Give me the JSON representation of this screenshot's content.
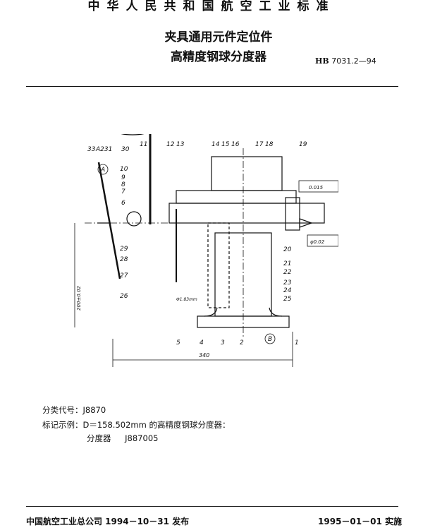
{
  "header": {
    "standard_name": "中华人民共和国航空工业标准",
    "title_line1": "夹具通用元件定位件",
    "title_line2": "高精度钢球分度器",
    "standard_prefix": "HB",
    "standard_number": "7031.2—94"
  },
  "drawing": {
    "part_labels": [
      "33",
      "A231",
      "30",
      "11",
      "12",
      "13",
      "14",
      "15",
      "16",
      "17",
      "18",
      "19",
      "10",
      "9",
      "8",
      "7",
      "6",
      "29",
      "28",
      "27",
      "26",
      "20",
      "21",
      "22",
      "23",
      "24",
      "25",
      "5",
      "4",
      "3",
      "2",
      "1"
    ],
    "datum_A": "A",
    "datum_B": "B",
    "parallelism_tolerance": "0.015",
    "position_tolerance": "φ0.02",
    "height_dim": "200±0.02",
    "width_dim": "340",
    "diameter_note": "Φ1.83mm"
  },
  "meta": {
    "class_code": "分类代号：J8870",
    "mark_example": "标记示例：D＝158.502mm 的高精度钢球分度器：",
    "mark_result_name": "分度器",
    "mark_result_code": "J887005"
  },
  "footer": {
    "issued": "中国航空工业总公司 1994－10－31 发布",
    "implemented": "1995－01－01 实施"
  }
}
